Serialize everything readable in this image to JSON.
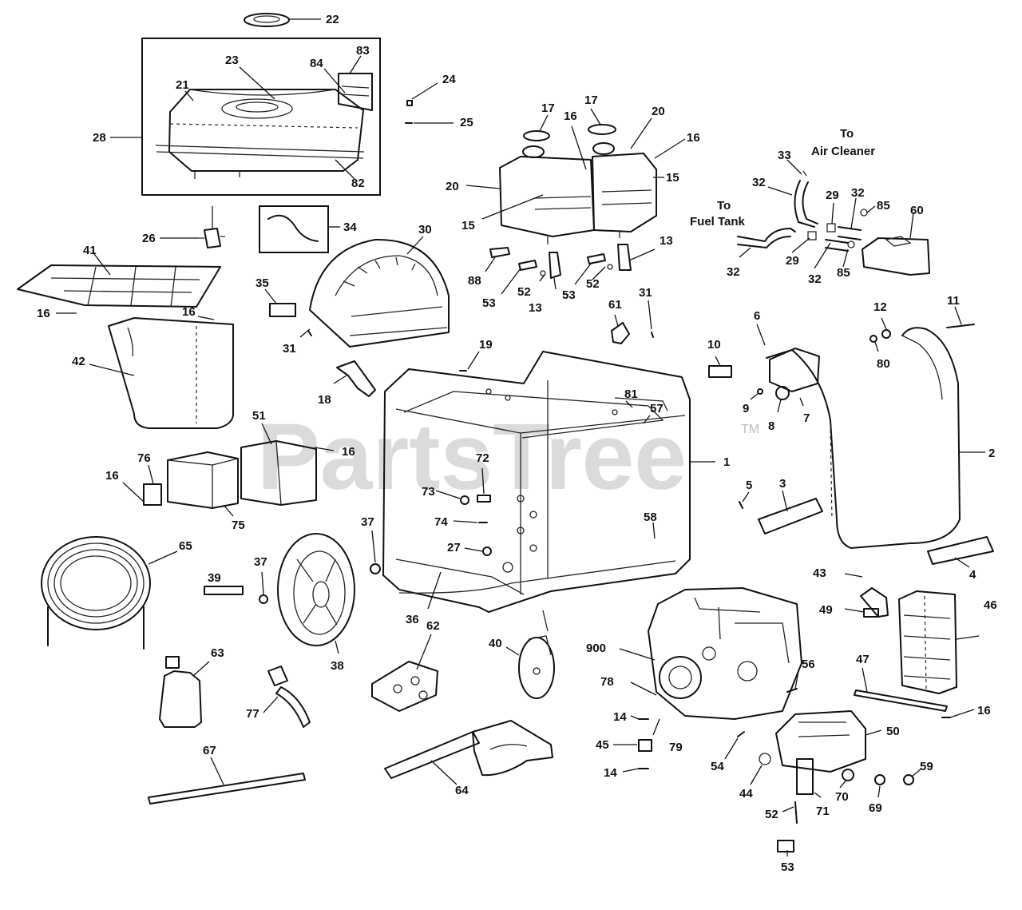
{
  "watermark": {
    "text": "PartsTree",
    "mark": "TM"
  },
  "notes": {
    "to_air_cleaner_1": "To",
    "to_air_cleaner_2": "Air Cleaner",
    "to_fuel_tank_1": "To",
    "to_fuel_tank_2": "Fuel Tank"
  },
  "callouts": [
    {
      "id": "22"
    },
    {
      "id": "23"
    },
    {
      "id": "84"
    },
    {
      "id": "83"
    },
    {
      "id": "21"
    },
    {
      "id": "28"
    },
    {
      "id": "82"
    },
    {
      "id": "24"
    },
    {
      "id": "25"
    },
    {
      "id": "17"
    },
    {
      "id": "17"
    },
    {
      "id": "16"
    },
    {
      "id": "20"
    },
    {
      "id": "16"
    },
    {
      "id": "15"
    },
    {
      "id": "20"
    },
    {
      "id": "15"
    },
    {
      "id": "33"
    },
    {
      "id": "32"
    },
    {
      "id": "29"
    },
    {
      "id": "32"
    },
    {
      "id": "85"
    },
    {
      "id": "60"
    },
    {
      "id": "32"
    },
    {
      "id": "29"
    },
    {
      "id": "32"
    },
    {
      "id": "85"
    },
    {
      "id": "26"
    },
    {
      "id": "34"
    },
    {
      "id": "30"
    },
    {
      "id": "41"
    },
    {
      "id": "16"
    },
    {
      "id": "16"
    },
    {
      "id": "35"
    },
    {
      "id": "31"
    },
    {
      "id": "88"
    },
    {
      "id": "53"
    },
    {
      "id": "52"
    },
    {
      "id": "13"
    },
    {
      "id": "53"
    },
    {
      "id": "52"
    },
    {
      "id": "13"
    },
    {
      "id": "61"
    },
    {
      "id": "31"
    },
    {
      "id": "42"
    },
    {
      "id": "19"
    },
    {
      "id": "18"
    },
    {
      "id": "81"
    },
    {
      "id": "57"
    },
    {
      "id": "1"
    },
    {
      "id": "6"
    },
    {
      "id": "10"
    },
    {
      "id": "9"
    },
    {
      "id": "8"
    },
    {
      "id": "7"
    },
    {
      "id": "12"
    },
    {
      "id": "80"
    },
    {
      "id": "11"
    },
    {
      "id": "2"
    },
    {
      "id": "51"
    },
    {
      "id": "16"
    },
    {
      "id": "76"
    },
    {
      "id": "16"
    },
    {
      "id": "75"
    },
    {
      "id": "72"
    },
    {
      "id": "73"
    },
    {
      "id": "74"
    },
    {
      "id": "5"
    },
    {
      "id": "3"
    },
    {
      "id": "4"
    },
    {
      "id": "58"
    },
    {
      "id": "65"
    },
    {
      "id": "37"
    },
    {
      "id": "27"
    },
    {
      "id": "39"
    },
    {
      "id": "37"
    },
    {
      "id": "36"
    },
    {
      "id": "38"
    },
    {
      "id": "43"
    },
    {
      "id": "49"
    },
    {
      "id": "46"
    },
    {
      "id": "63"
    },
    {
      "id": "62"
    },
    {
      "id": "40"
    },
    {
      "id": "900"
    },
    {
      "id": "78"
    },
    {
      "id": "56"
    },
    {
      "id": "47"
    },
    {
      "id": "77"
    },
    {
      "id": "14"
    },
    {
      "id": "79"
    },
    {
      "id": "45"
    },
    {
      "id": "14"
    },
    {
      "id": "16"
    },
    {
      "id": "50"
    },
    {
      "id": "67"
    },
    {
      "id": "64"
    },
    {
      "id": "54"
    },
    {
      "id": "44"
    },
    {
      "id": "59"
    },
    {
      "id": "70"
    },
    {
      "id": "69"
    },
    {
      "id": "71"
    },
    {
      "id": "52"
    },
    {
      "id": "53"
    }
  ]
}
